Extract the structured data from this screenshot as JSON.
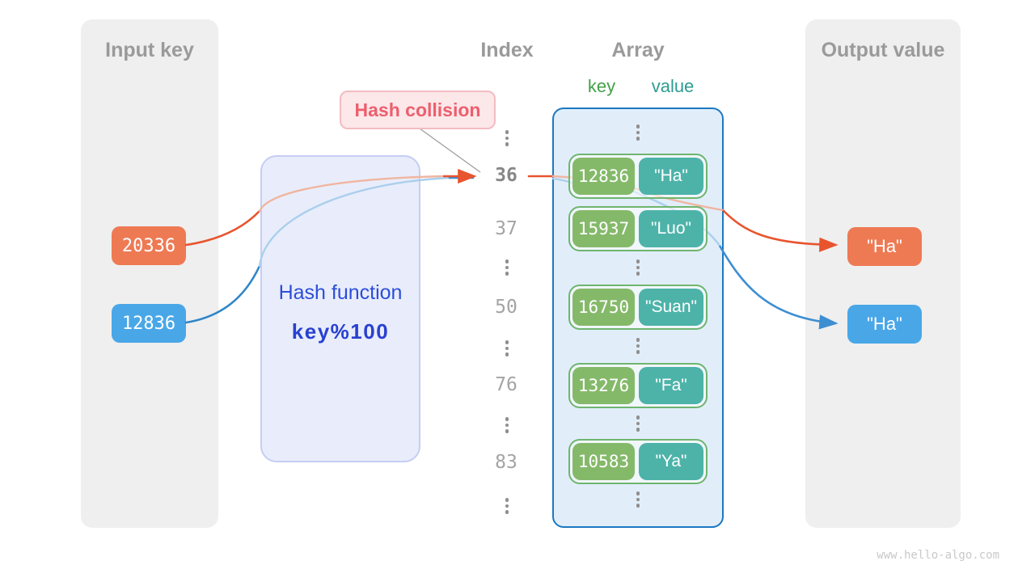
{
  "panels": {
    "input": {
      "title": "Input key"
    },
    "output": {
      "title": "Output value"
    }
  },
  "input_keys": [
    {
      "label": "20336",
      "color_name": "orange"
    },
    {
      "label": "12836",
      "color_name": "blue"
    }
  ],
  "hash_function": {
    "label": "Hash function",
    "formula": "key%100"
  },
  "collision": {
    "label": "Hash collision"
  },
  "headers": {
    "index": "Index",
    "array": "Array",
    "key": "key",
    "value": "value"
  },
  "index_column": [
    {
      "type": "dots"
    },
    {
      "type": "index",
      "label": "36",
      "emphasis": true
    },
    {
      "type": "index",
      "label": "37"
    },
    {
      "type": "dots"
    },
    {
      "type": "index",
      "label": "50"
    },
    {
      "type": "dots"
    },
    {
      "type": "index",
      "label": "76"
    },
    {
      "type": "dots"
    },
    {
      "type": "index",
      "label": "83"
    },
    {
      "type": "dots"
    }
  ],
  "array_rows": [
    {
      "type": "dots"
    },
    {
      "type": "entry",
      "key": "12836",
      "value": "\"Ha\""
    },
    {
      "type": "entry",
      "key": "15937",
      "value": "\"Luo\""
    },
    {
      "type": "dots"
    },
    {
      "type": "entry",
      "key": "16750",
      "value": "\"Suan\""
    },
    {
      "type": "dots"
    },
    {
      "type": "entry",
      "key": "13276",
      "value": "\"Fa\""
    },
    {
      "type": "dots"
    },
    {
      "type": "entry",
      "key": "10583",
      "value": "\"Ya\""
    },
    {
      "type": "dots"
    }
  ],
  "output_values": [
    {
      "label": "\"Ha\"",
      "color_name": "orange"
    },
    {
      "label": "\"Ha\"",
      "color_name": "blue"
    }
  ],
  "watermark": "www.hello-algo.com",
  "colors": {
    "orange": "#ee7a54",
    "blue": "#49a7e8",
    "arrow-orange": "#e8542e",
    "arrow-blue": "#3e8ed2",
    "light-orange": "#f0b5a1",
    "light-blue": "#abcfec",
    "panel-gray": "#efefef",
    "heading-gray": "#9a9a9a",
    "index-gray": "#a4a4a4",
    "index-bold": "#878787",
    "dots-gray": "#8f8f8f",
    "hash-fill": "#e9edfb",
    "hash-border": "#c5cdf4",
    "hash-text": "#2c4ed9",
    "hash-formula": "#2941d0",
    "collision-fill": "#fce7e9",
    "collision-border": "#f3bcc1",
    "collision-text": "#ec5f6d",
    "array-fill": "#e1eefa",
    "array-border": "#1c78c2",
    "pill-border": "#6fb56f",
    "key-green": "#85b96a",
    "value-teal": "#4db3a9",
    "key-header": "#44a048",
    "value-header": "#2f9c90",
    "line-gray": "#9e9e9e",
    "watermark": "#c9c9c9"
  }
}
